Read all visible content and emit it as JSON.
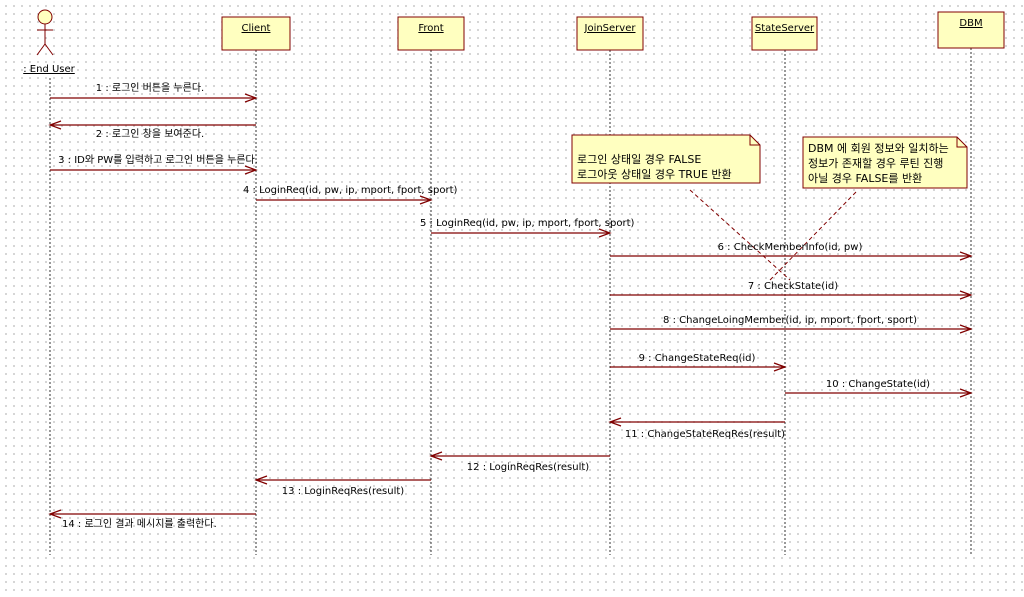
{
  "colors": {
    "line": "#800000",
    "box_fill": "#ffffc0",
    "note_fill": "#ffffc0"
  },
  "actor": {
    "label": ": End User"
  },
  "lifelines": [
    {
      "label": "Client"
    },
    {
      "label": "Front"
    },
    {
      "label": "JoinServer"
    },
    {
      "label": "StateServer"
    },
    {
      "label": "DBM"
    }
  ],
  "messages": [
    {
      "label": "1 : 로그인 버튼을 누른다.",
      "from": 0,
      "to": 1
    },
    {
      "label": "2 : 로그인 창을 보여준다.",
      "from": 1,
      "to": 0
    },
    {
      "label": "3 : ID와 PW를 입력하고 로그인 버튼을 누른다.",
      "from": 0,
      "to": 1
    },
    {
      "label": "4 : LoginReq(id, pw, ip, mport, fport, sport)",
      "from": 1,
      "to": 2
    },
    {
      "label": "5 : LoginReq(id, pw, ip, mport, fport, sport)",
      "from": 2,
      "to": 3
    },
    {
      "label": "6 : CheckMemberInfo(id, pw)",
      "from": 3,
      "to": 5
    },
    {
      "label": "7 : CheckState(id)",
      "from": 3,
      "to": 5
    },
    {
      "label": "8 : ChangeLoingMember(id, ip, mport, fport, sport)",
      "from": 3,
      "to": 5
    },
    {
      "label": "9 : ChangeStateReq(id)",
      "from": 3,
      "to": 4
    },
    {
      "label": "10 : ChangeState(id)",
      "from": 4,
      "to": 5
    },
    {
      "label": "11 : ChangeStateReqRes(result)",
      "from": 4,
      "to": 3
    },
    {
      "label": "12 : LoginReqRes(result)",
      "from": 3,
      "to": 2
    },
    {
      "label": "13 : LoginReqRes(result)",
      "from": 2,
      "to": 1
    },
    {
      "label": "14 : 로그인 결과 메시지를 출력한다.",
      "from": 1,
      "to": 0
    }
  ],
  "notes": [
    {
      "lines": [
        "로그인 상태일 경우 FALSE",
        "로그아웃 상태일 경우 TRUE 반환"
      ]
    },
    {
      "lines": [
        "DBM 에 회원 정보와 일치하는",
        "정보가 존재할 경우 루틴 진행",
        "아닐 경우 FALSE를 반환"
      ]
    }
  ]
}
